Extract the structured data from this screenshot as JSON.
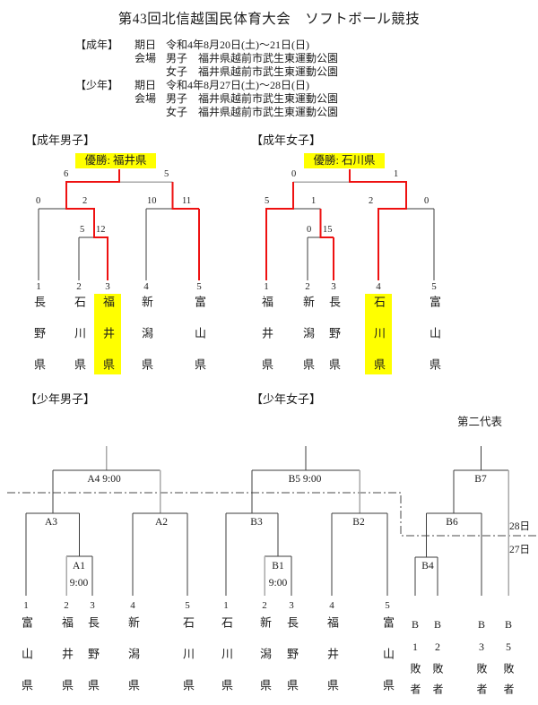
{
  "title": "第43回北信越国民体育大会　ソフトボール競技",
  "info": {
    "adult_label": "【成年】",
    "youth_label": "【少年】",
    "date_key": "期日",
    "venue_key": "会場",
    "adult_date": "令和4年8月20日(土)～21日(日)",
    "youth_date": "令和4年8月27日(土)～28日(日)",
    "venue_men": "男子　福井県越前市武生東運動公園",
    "venue_women": "女子　福井県越前市武生東運動公園"
  },
  "adult_men": {
    "heading": "【成年男子】",
    "champion_label": "優勝: 福井県",
    "champion": "福井県",
    "teams": [
      {
        "seed": "1",
        "name": "長野県"
      },
      {
        "seed": "2",
        "name": "石川県"
      },
      {
        "seed": "3",
        "name": "福井県"
      },
      {
        "seed": "4",
        "name": "新潟県"
      },
      {
        "seed": "5",
        "name": "富山県"
      }
    ],
    "scores": {
      "final_left": "6",
      "final_right": "5",
      "semi_left_a": "0",
      "semi_left_b": "2",
      "round1_a": "5",
      "round1_b": "12",
      "semi_right_a": "10",
      "semi_right_b": "11"
    }
  },
  "adult_women": {
    "heading": "【成年女子】",
    "champion_label": "優勝: 石川県",
    "champion": "石川県",
    "teams": [
      {
        "seed": "1",
        "name": "福井県"
      },
      {
        "seed": "2",
        "name": "新潟県"
      },
      {
        "seed": "3",
        "name": "長野県"
      },
      {
        "seed": "4",
        "name": "石川県"
      },
      {
        "seed": "5",
        "name": "富山県"
      }
    ],
    "scores": {
      "final_left": "0",
      "final_right": "1",
      "semi_left_a": "5",
      "semi_left_b": "1",
      "round1_a": "0",
      "round1_b": "15",
      "semi_right_a": "2",
      "semi_right_b": "0"
    }
  },
  "youth_men": {
    "heading": "【少年男子】",
    "teams": [
      {
        "seed": "1",
        "name": "富山県"
      },
      {
        "seed": "2",
        "name": "福井県"
      },
      {
        "seed": "3",
        "name": "長野県"
      },
      {
        "seed": "4",
        "name": "新潟県"
      },
      {
        "seed": "5",
        "name": "石川県"
      }
    ],
    "matches": {
      "a1": "A1",
      "a1_time": "9:00",
      "a2": "A2",
      "a3": "A3",
      "a4": "A4 9:00"
    }
  },
  "youth_women": {
    "heading": "【少年女子】",
    "second_rep_label": "第二代表",
    "teams": [
      {
        "seed": "1",
        "name": "石川県"
      },
      {
        "seed": "2",
        "name": "新潟県"
      },
      {
        "seed": "3",
        "name": "長野県"
      },
      {
        "seed": "4",
        "name": "福井県"
      },
      {
        "seed": "5",
        "name": "富山県"
      }
    ],
    "matches": {
      "b1": "B1",
      "b1_time": "9:00",
      "b2": "B2",
      "b3": "B3",
      "b4": "B4",
      "b5": "B5 9:00",
      "b6": "B6",
      "b7": "B7"
    },
    "losers": [
      "B1敗者",
      "B2敗者",
      "B3敗者",
      "B5敗者"
    ],
    "day_labels": {
      "day28": "28日",
      "day27": "27日"
    }
  },
  "colors": {
    "highlight": "#ffff00",
    "winner_path": "#ee1111"
  }
}
